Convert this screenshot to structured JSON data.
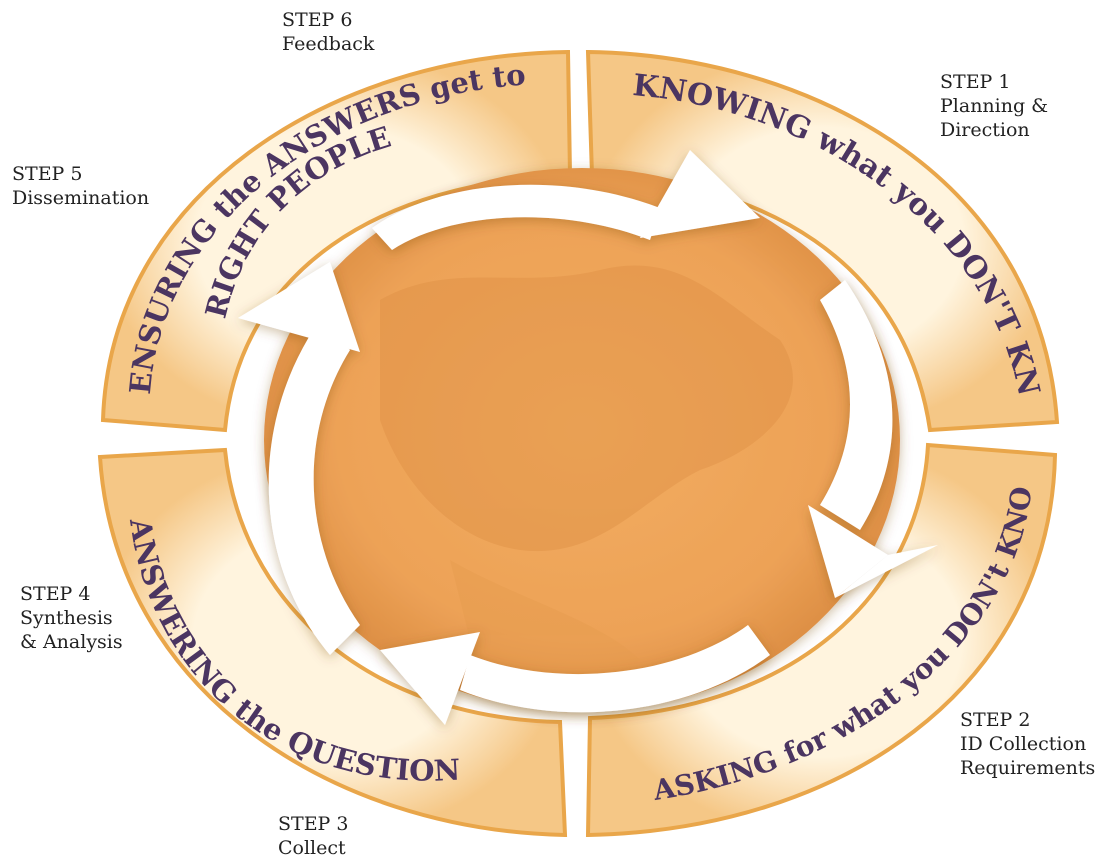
{
  "diagram": {
    "steps": [
      {
        "step": "STEP 1",
        "lines": [
          "Planning &",
          "Direction"
        ],
        "arc_text": "KNOWING what you DON'T KNOW"
      },
      {
        "step": "STEP 2",
        "lines": [
          "ID Collection",
          "Requirements"
        ],
        "arc_text": "ASKING for what you DON't KNOW"
      },
      {
        "step": "STEP 3",
        "lines": [
          "Collect"
        ],
        "arc_text": "ANSWERING the QUESTIONS"
      },
      {
        "step": "STEP 4",
        "lines": [
          "Synthesis",
          "& Analysis"
        ],
        "arc_text": ""
      },
      {
        "step": "STEP 5",
        "lines": [
          "Dissemination"
        ],
        "arc_text": "ENSURING the ANSWERS get to the"
      },
      {
        "step": "STEP 6",
        "lines": [
          "Feedback"
        ],
        "arc_text": "RIGHT PEOPLE"
      }
    ],
    "colors": {
      "ring_fill": "#fbe3bd",
      "ring_stroke": "#e9a64a",
      "center_fill": "#f1a656",
      "center_dark": "#d98a3f",
      "arrow_fill": "#ffffff",
      "arc_text": "#4b3561"
    }
  }
}
